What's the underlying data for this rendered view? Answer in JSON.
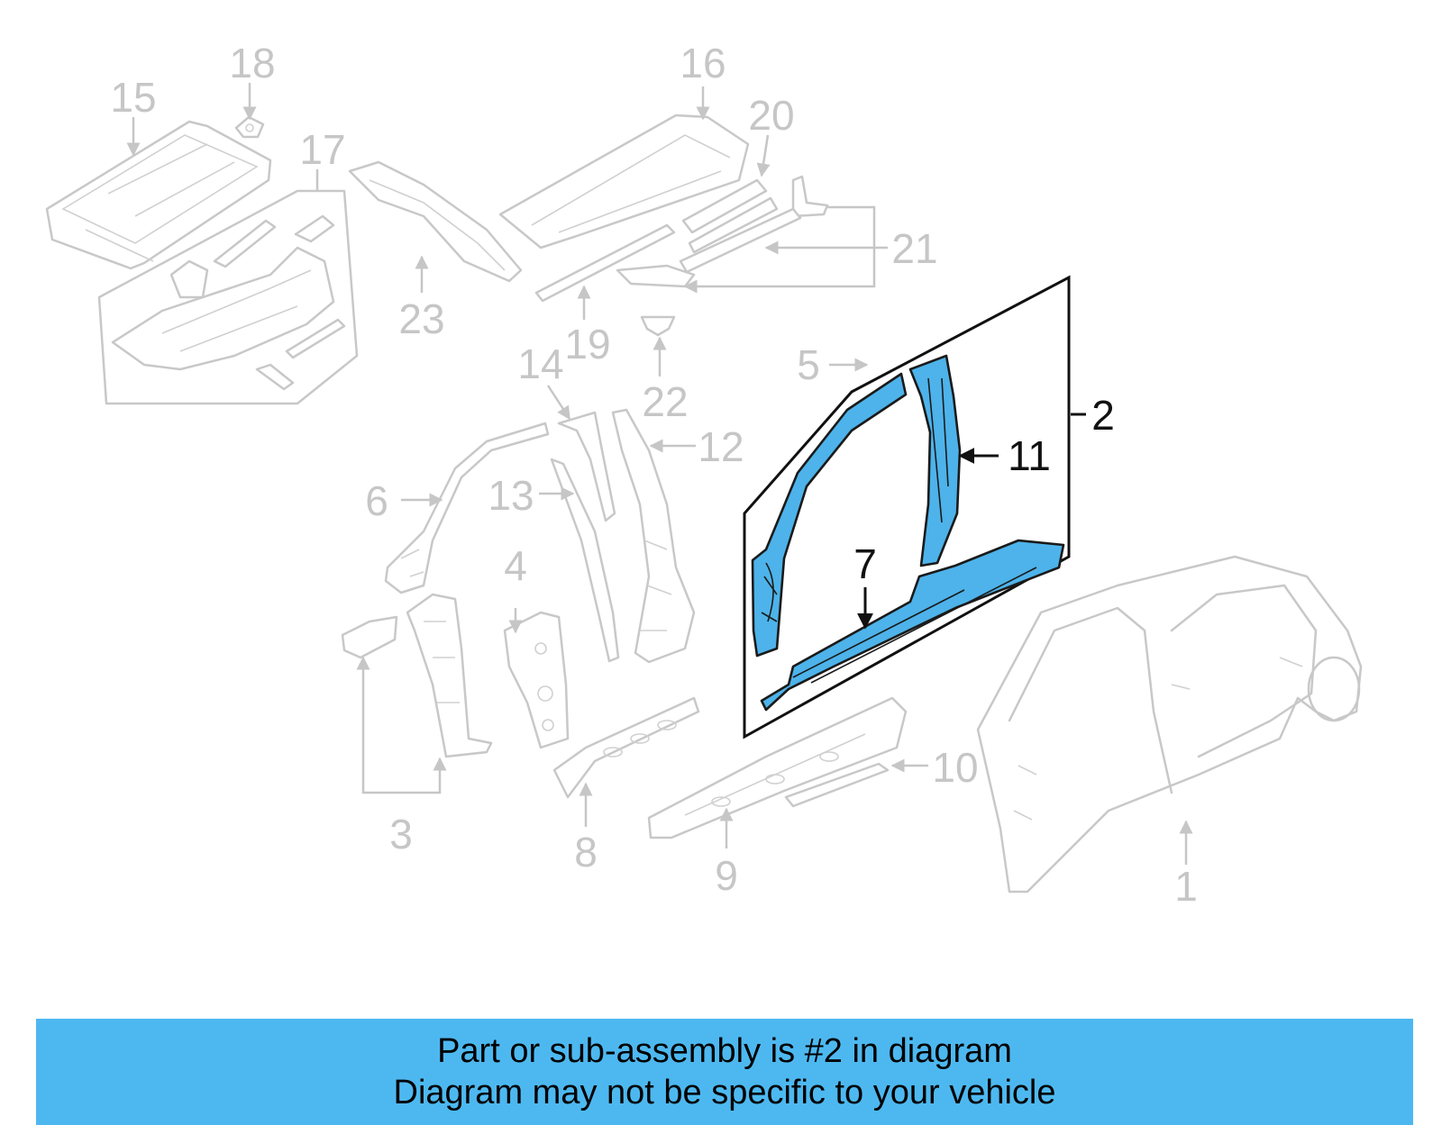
{
  "diagram": {
    "highlight_color": "#4db3ea",
    "ghost_color": "#c6c6c6",
    "callouts": {
      "c1": "1",
      "c2": "2",
      "c3": "3",
      "c4": "4",
      "c5": "5",
      "c6": "6",
      "c7": "7",
      "c8": "8",
      "c9": "9",
      "c10": "10",
      "c11": "11",
      "c12": "12",
      "c13": "13",
      "c14": "14",
      "c15": "15",
      "c16": "16",
      "c17": "17",
      "c18": "18",
      "c19": "19",
      "c20": "20",
      "c21": "21",
      "c22": "22",
      "c23": "23"
    }
  },
  "banner": {
    "background": "#4db8f0",
    "line1": "Part or sub-assembly is #2 in diagram",
    "line2": "Diagram may not be specific to your vehicle"
  }
}
